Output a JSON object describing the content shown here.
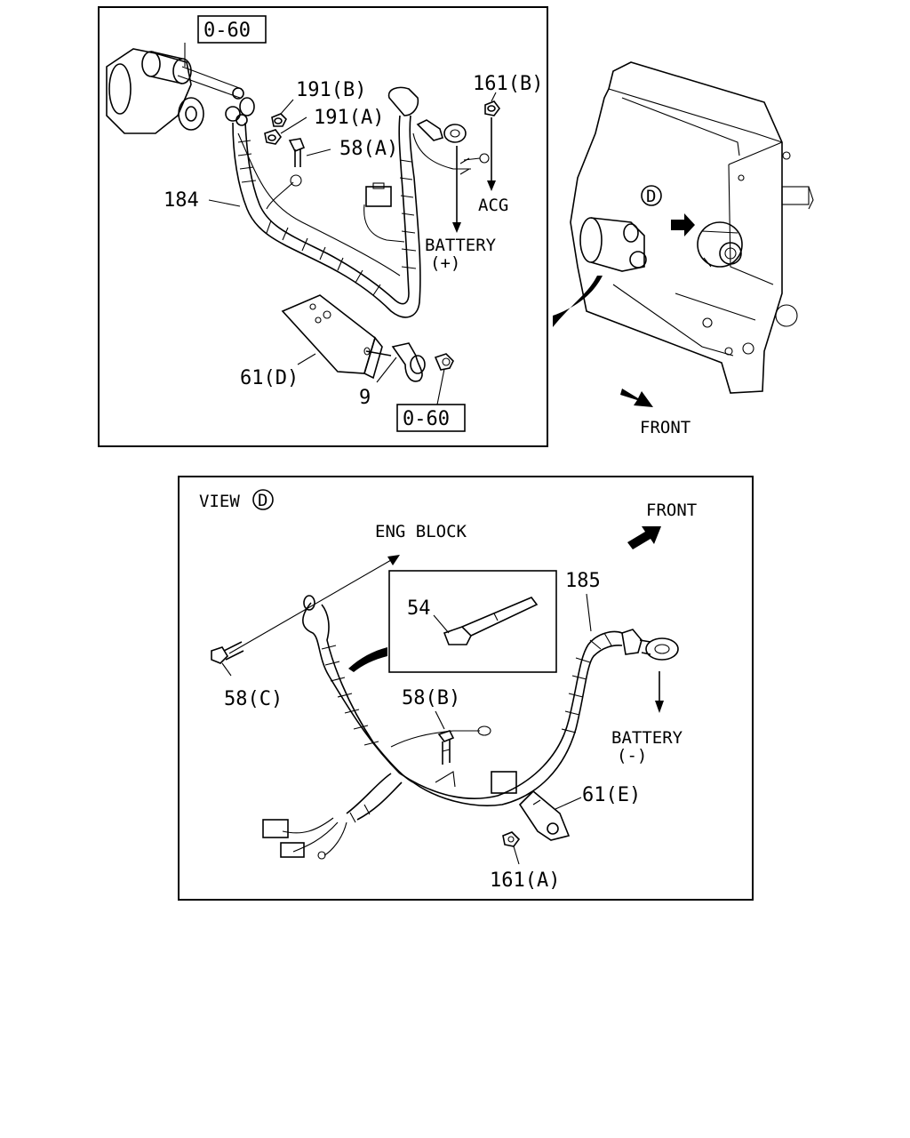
{
  "top_panel": {
    "ref_box_top": "0-60",
    "ref_box_bottom": "0-60",
    "label_191b": "191(B)",
    "label_191a": "191(A)",
    "label_58a": "58(A)",
    "label_161b": "161(B)",
    "label_184": "184",
    "label_acg": "ACG",
    "label_battery": "BATTERY",
    "label_battery_pol": "(+)",
    "label_61d": "61(D)",
    "label_9": "9"
  },
  "engine_view": {
    "view_marker": "D",
    "front_label": "FRONT"
  },
  "bottom_panel": {
    "view_label": "VIEW",
    "view_marker": "D",
    "front_label": "FRONT",
    "eng_block_label": "ENG BLOCK",
    "label_185": "185",
    "label_54": "54",
    "label_58c": "58(C)",
    "label_58b": "58(B)",
    "label_battery": "BATTERY",
    "label_battery_pol": "(-)",
    "label_61e": "61(E)",
    "label_161a": "161(A)"
  }
}
